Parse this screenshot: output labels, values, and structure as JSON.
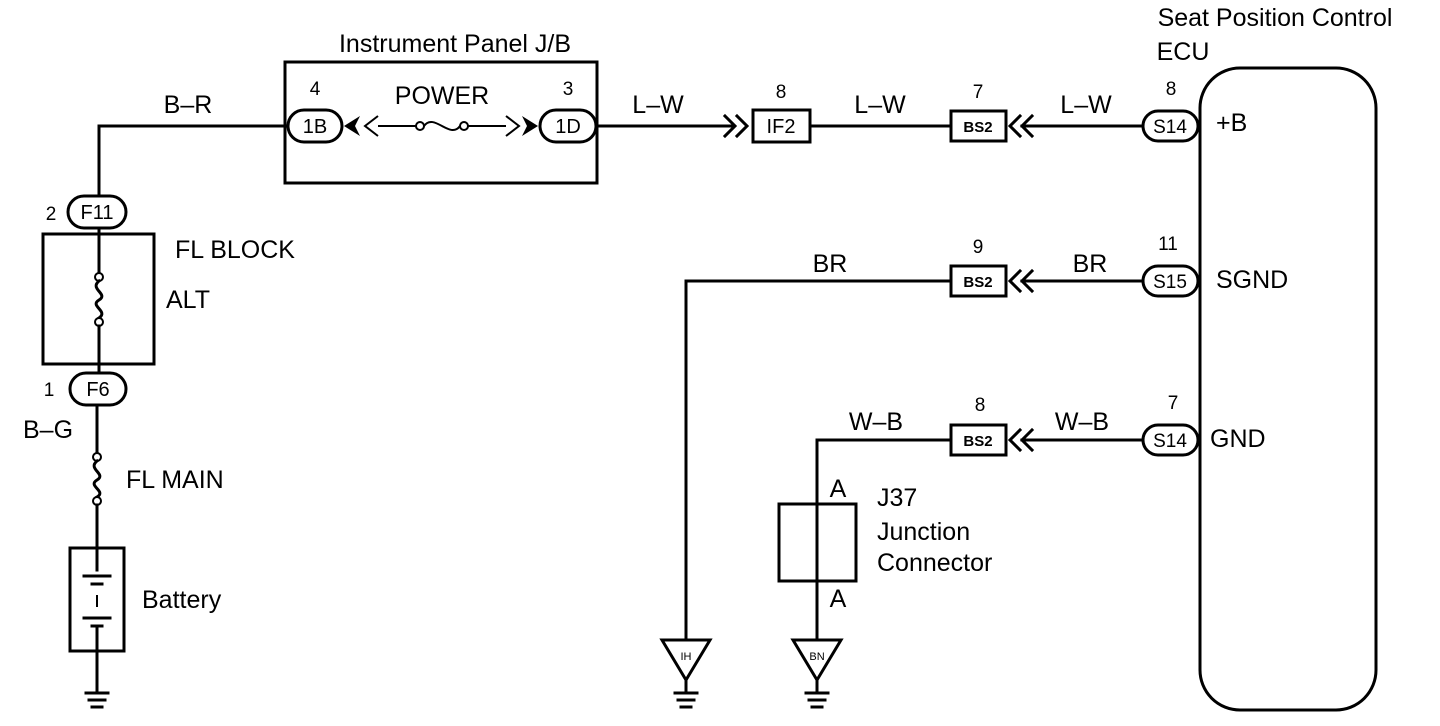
{
  "labels": {
    "instrument_panel_jb": "Instrument Panel J/B",
    "power": "POWER",
    "seat_ecu_line1": "Seat Position Control",
    "seat_ecu_line2": "ECU",
    "fl_block": "FL BLOCK",
    "alt": "ALT",
    "fl_main": "FL MAIN",
    "battery": "Battery",
    "j37": "J37",
    "junction_line1": "Junction",
    "junction_line2": "Connector"
  },
  "wires": {
    "b_r": "B–R",
    "b_g": "B–G",
    "l_w_1": "L–W",
    "l_w_2": "L–W",
    "l_w_3": "L–W",
    "br_1": "BR",
    "br_2": "BR",
    "w_b_1": "W–B",
    "w_b_2": "W–B"
  },
  "connectors": {
    "ip_1b": {
      "code": "1B",
      "pin": "4"
    },
    "ip_1d": {
      "code": "1D",
      "pin": "3"
    },
    "if2": {
      "code": "IF2",
      "pin": "8"
    },
    "bs2_top": {
      "code": "BS2",
      "pin": "7"
    },
    "bs2_mid": {
      "code": "BS2",
      "pin": "9"
    },
    "bs2_bot": {
      "code": "BS2",
      "pin": "8"
    },
    "f11": {
      "code": "F11",
      "pin": "2"
    },
    "f6": {
      "code": "F6",
      "pin": "1"
    },
    "ecu_plus_b": {
      "code": "S14",
      "pin": "8",
      "terminal": "+B"
    },
    "ecu_sgnd": {
      "code": "S15",
      "pin": "11",
      "terminal": "SGND"
    },
    "ecu_gnd": {
      "code": "S14",
      "pin": "7",
      "terminal": "GND"
    },
    "j37_top": "A",
    "j37_bottom": "A"
  },
  "grounds": {
    "ih": "IH",
    "bn": "BN"
  }
}
